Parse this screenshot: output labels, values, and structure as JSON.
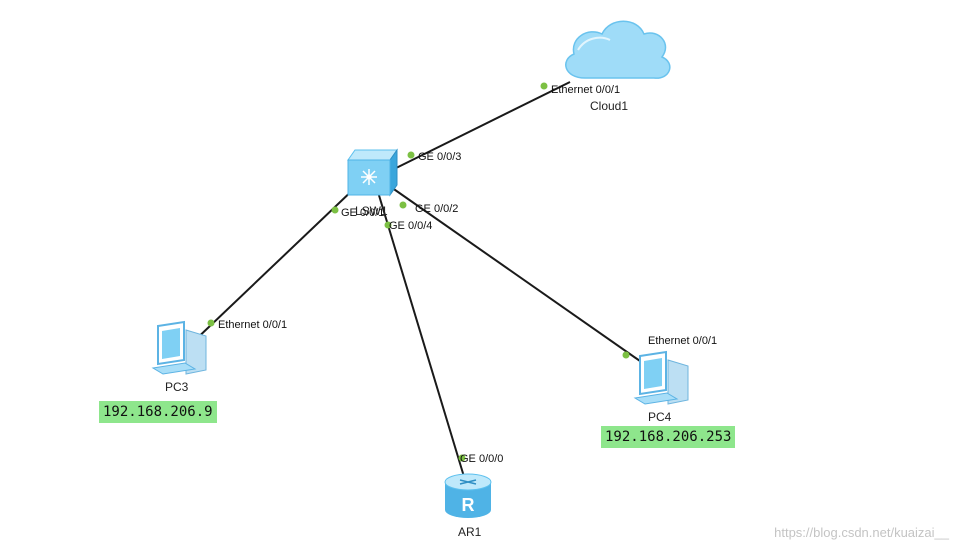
{
  "nodes": {
    "cloud": {
      "name": "Cloud1"
    },
    "switch": {
      "name": "LSW1"
    },
    "pc3": {
      "name": "PC3",
      "ip": "192.168.206.9"
    },
    "pc4": {
      "name": "PC4",
      "ip": "192.168.206.253"
    },
    "router": {
      "name": "AR1"
    }
  },
  "links": {
    "sw_cloud": {
      "a": "GE 0/0/3",
      "b": "Ethernet 0/0/1"
    },
    "sw_pc3": {
      "a": "GE 0/0/1",
      "b": "Ethernet 0/0/1"
    },
    "sw_pc4": {
      "a": "GE 0/0/2",
      "b": "Ethernet 0/0/1"
    },
    "sw_router": {
      "a": "GE 0/0/4",
      "b": "GE 0/0/0"
    }
  },
  "watermark": "https://blog.csdn.net/kuaizai__",
  "colors": {
    "port_dot": "#7cc043",
    "ip_bg": "#8ee68c",
    "device": "#5cc0ee"
  }
}
